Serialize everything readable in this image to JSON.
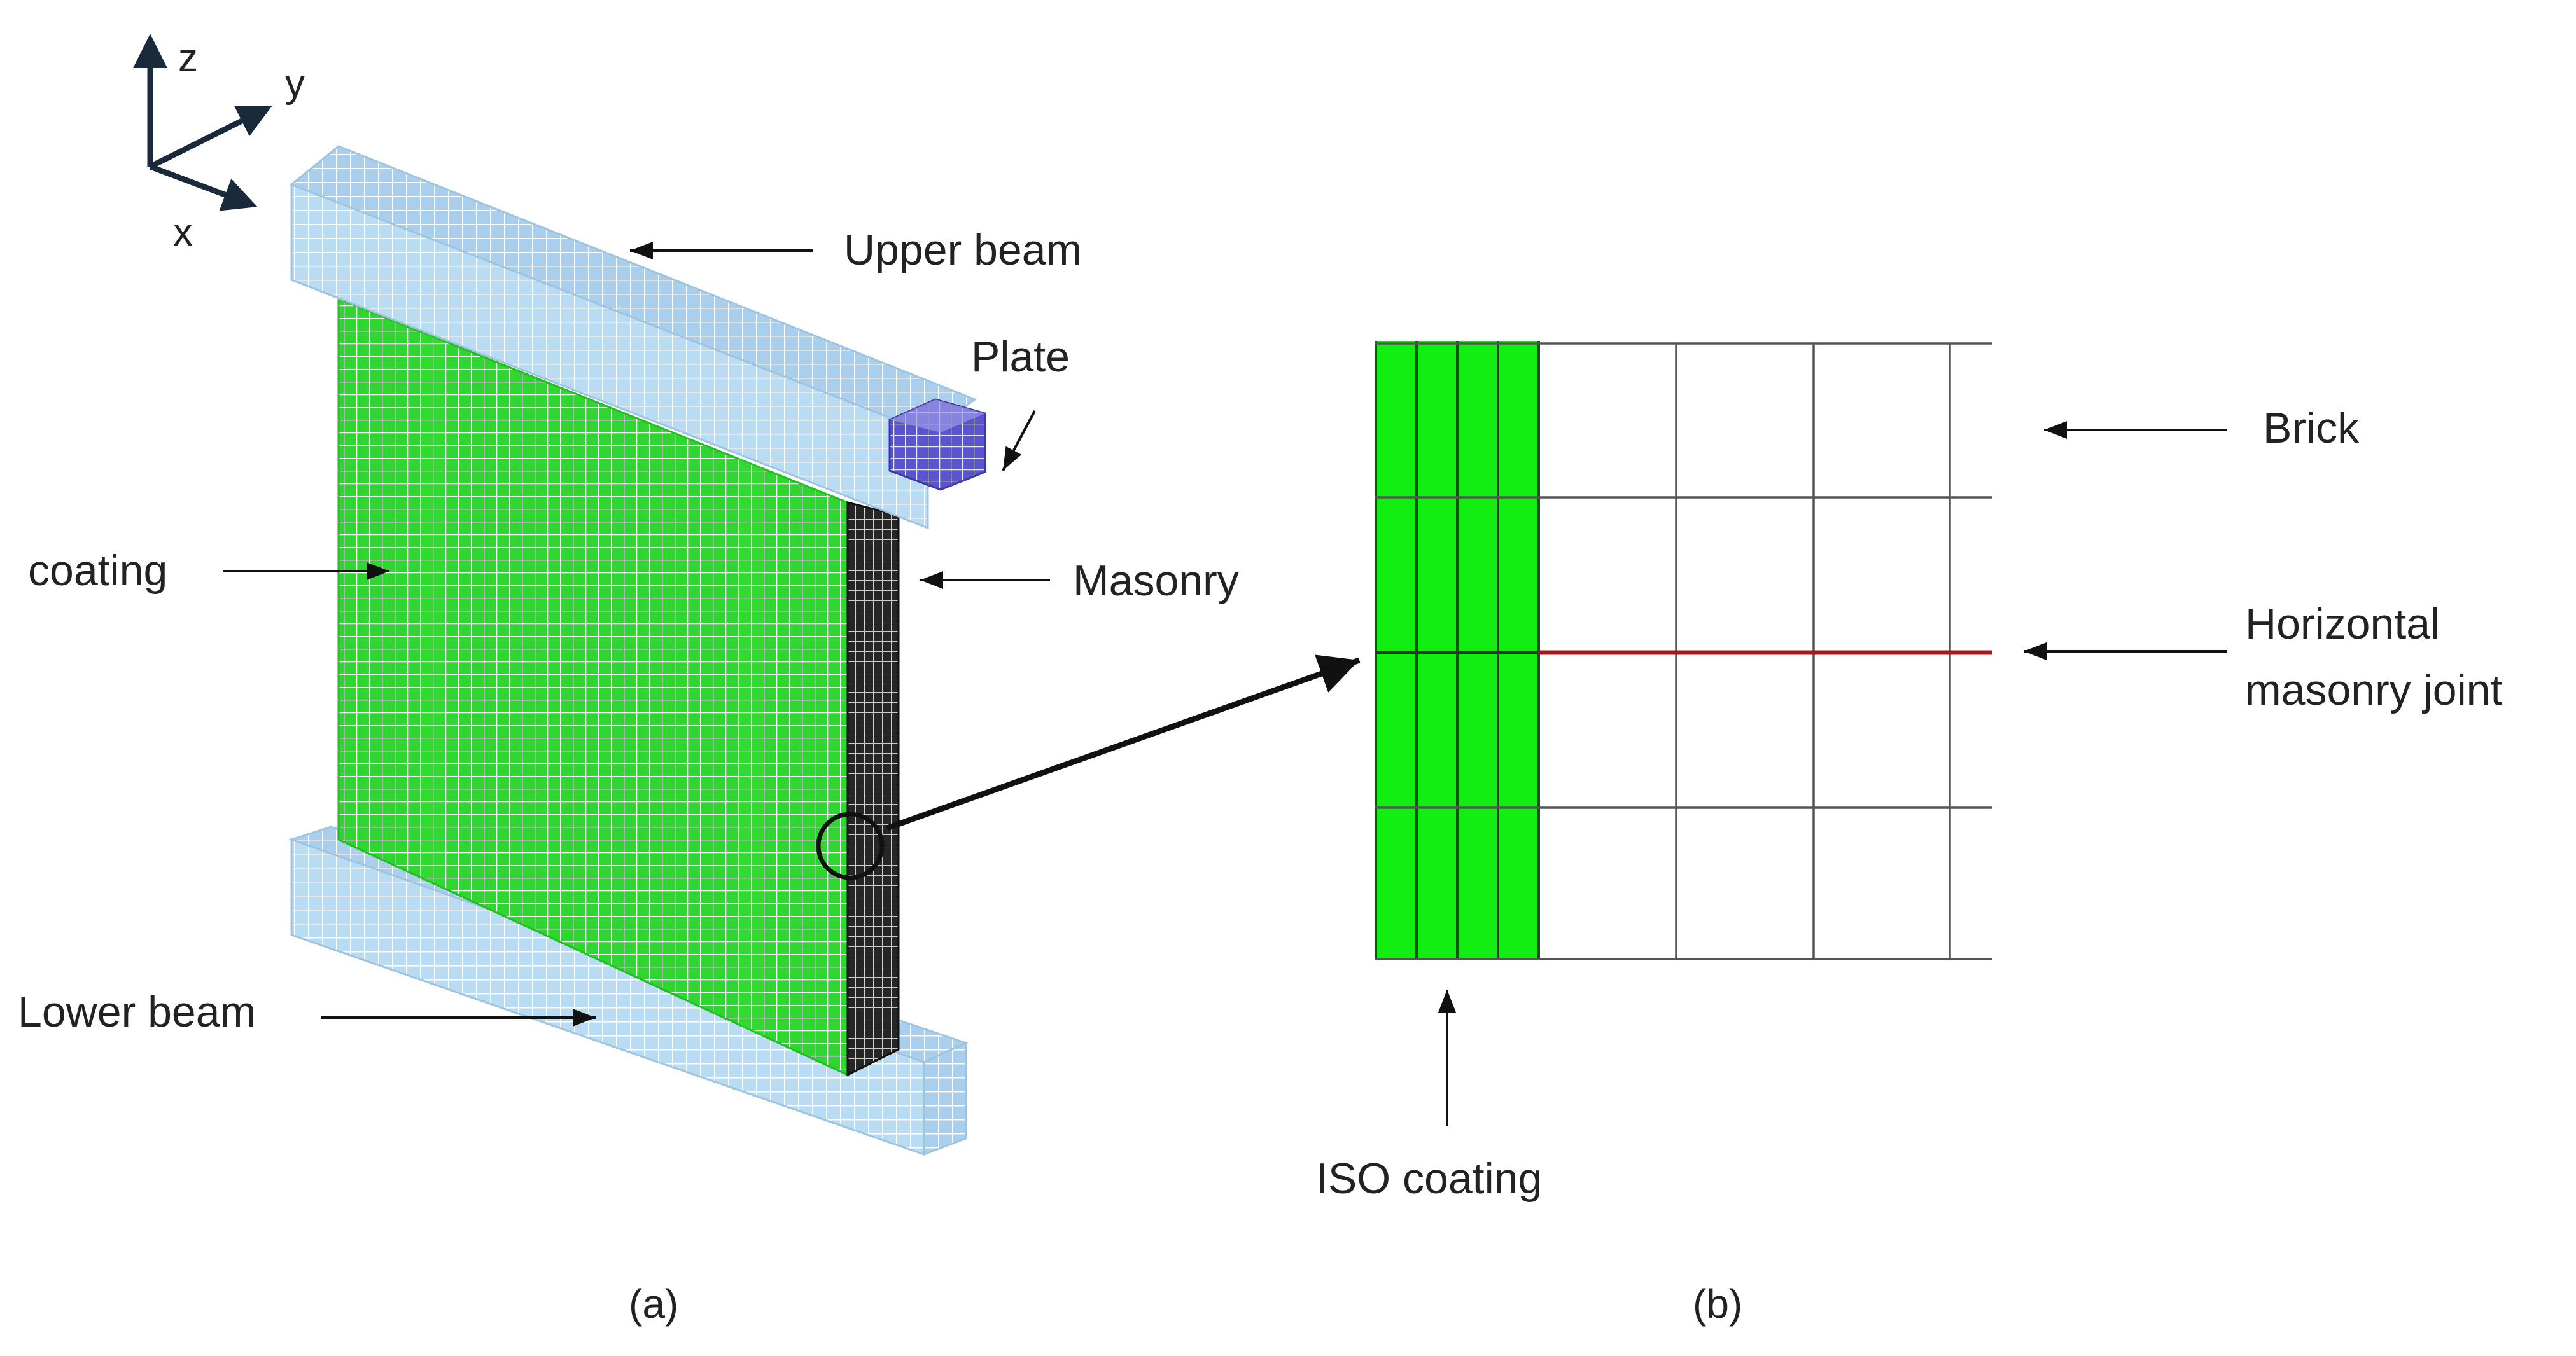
{
  "axes": {
    "z": "z",
    "y": "y",
    "x": "x"
  },
  "panel_a": {
    "caption": "(a)",
    "labels": {
      "upper_beam": "Upper beam",
      "plate": "Plate",
      "coating": "coating",
      "masonry": "Masonry",
      "lower_beam": "Lower beam"
    }
  },
  "panel_b": {
    "caption": "(b)",
    "labels": {
      "brick": "Brick",
      "joint_line1": "Horizontal",
      "joint_line2": "masonry joint",
      "iso_coating": "ISO coating"
    }
  },
  "colors": {
    "beam": "#b9dcf3",
    "beam_grid": "#ffffff",
    "coating": "#2fd62f",
    "coating_bright": "#12ee12",
    "masonry": "#262626",
    "plate": "#5a54cf",
    "joint": "#9b1c1c",
    "mesh_line": "#555555",
    "arrow": "#111111",
    "axis_arrow": "#1b2a3a"
  }
}
